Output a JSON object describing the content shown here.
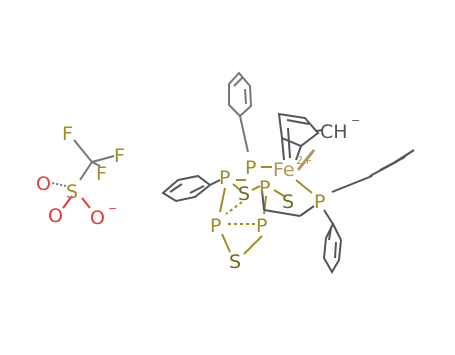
{
  "colors": {
    "background": "#ffffff",
    "bond": "#777777",
    "bond_dark": "#555555",
    "carbon": "#555555",
    "phosphorus": "#a08c28",
    "sulfur": "#6b6b1a",
    "oxygen": "#e23c3c",
    "fluorine": "#a08c28",
    "iron": "#b0965a"
  },
  "triflate": {
    "fluorine_1": "F",
    "fluorine_2": "F",
    "fluorine_3": "F",
    "sulfur": "S",
    "oxygen_1": "O",
    "oxygen_2": "O",
    "oxygen_3": "O",
    "oxygen_charge": "−"
  },
  "complex": {
    "methylidyne": "CH",
    "methylidyne_charge": "−",
    "iron": "Fe",
    "iron_charge": "2+",
    "phosphine_p1": "P",
    "phosphine_p2": "P",
    "cage_p_top_left": "P",
    "cage_p_top_right": "P",
    "cage_p_bottom_left": "P",
    "cage_p_bottom_right": "P",
    "cage_s_center": "S",
    "cage_s_right": "S",
    "cage_s_bottom": "S"
  }
}
